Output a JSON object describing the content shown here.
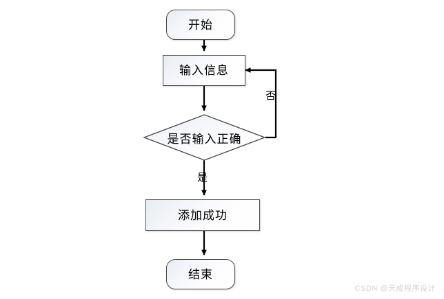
{
  "diagram": {
    "type": "flowchart",
    "title_text": "",
    "background_color": "#ffffff",
    "node_fill_top": "#e8ecf2",
    "node_fill_bottom": "#ffffff",
    "node_border_color": "#4d4d4d",
    "connector_color": "#000000",
    "text_color": "#000000",
    "nodes": [
      {
        "id": "start",
        "shape": "terminator",
        "label": "开始"
      },
      {
        "id": "input",
        "shape": "process",
        "label": "输入信息"
      },
      {
        "id": "decision",
        "shape": "decision",
        "label": "是否输入正确"
      },
      {
        "id": "success",
        "shape": "process",
        "label": "添加成功"
      },
      {
        "id": "end",
        "shape": "terminator",
        "label": "结束"
      }
    ],
    "edges": [
      {
        "id": "start-to-input",
        "from": "start",
        "to": "input",
        "label": ""
      },
      {
        "id": "input-to-decision",
        "from": "input",
        "to": "decision",
        "label": ""
      },
      {
        "id": "decision-to-success",
        "from": "decision",
        "to": "success",
        "label": "是"
      },
      {
        "id": "decision-to-input",
        "from": "decision",
        "to": "input",
        "label": "否"
      },
      {
        "id": "success-to-end",
        "from": "success",
        "to": "end",
        "label": ""
      }
    ]
  },
  "watermark": {
    "text": "CSDN @天成程序设计"
  }
}
